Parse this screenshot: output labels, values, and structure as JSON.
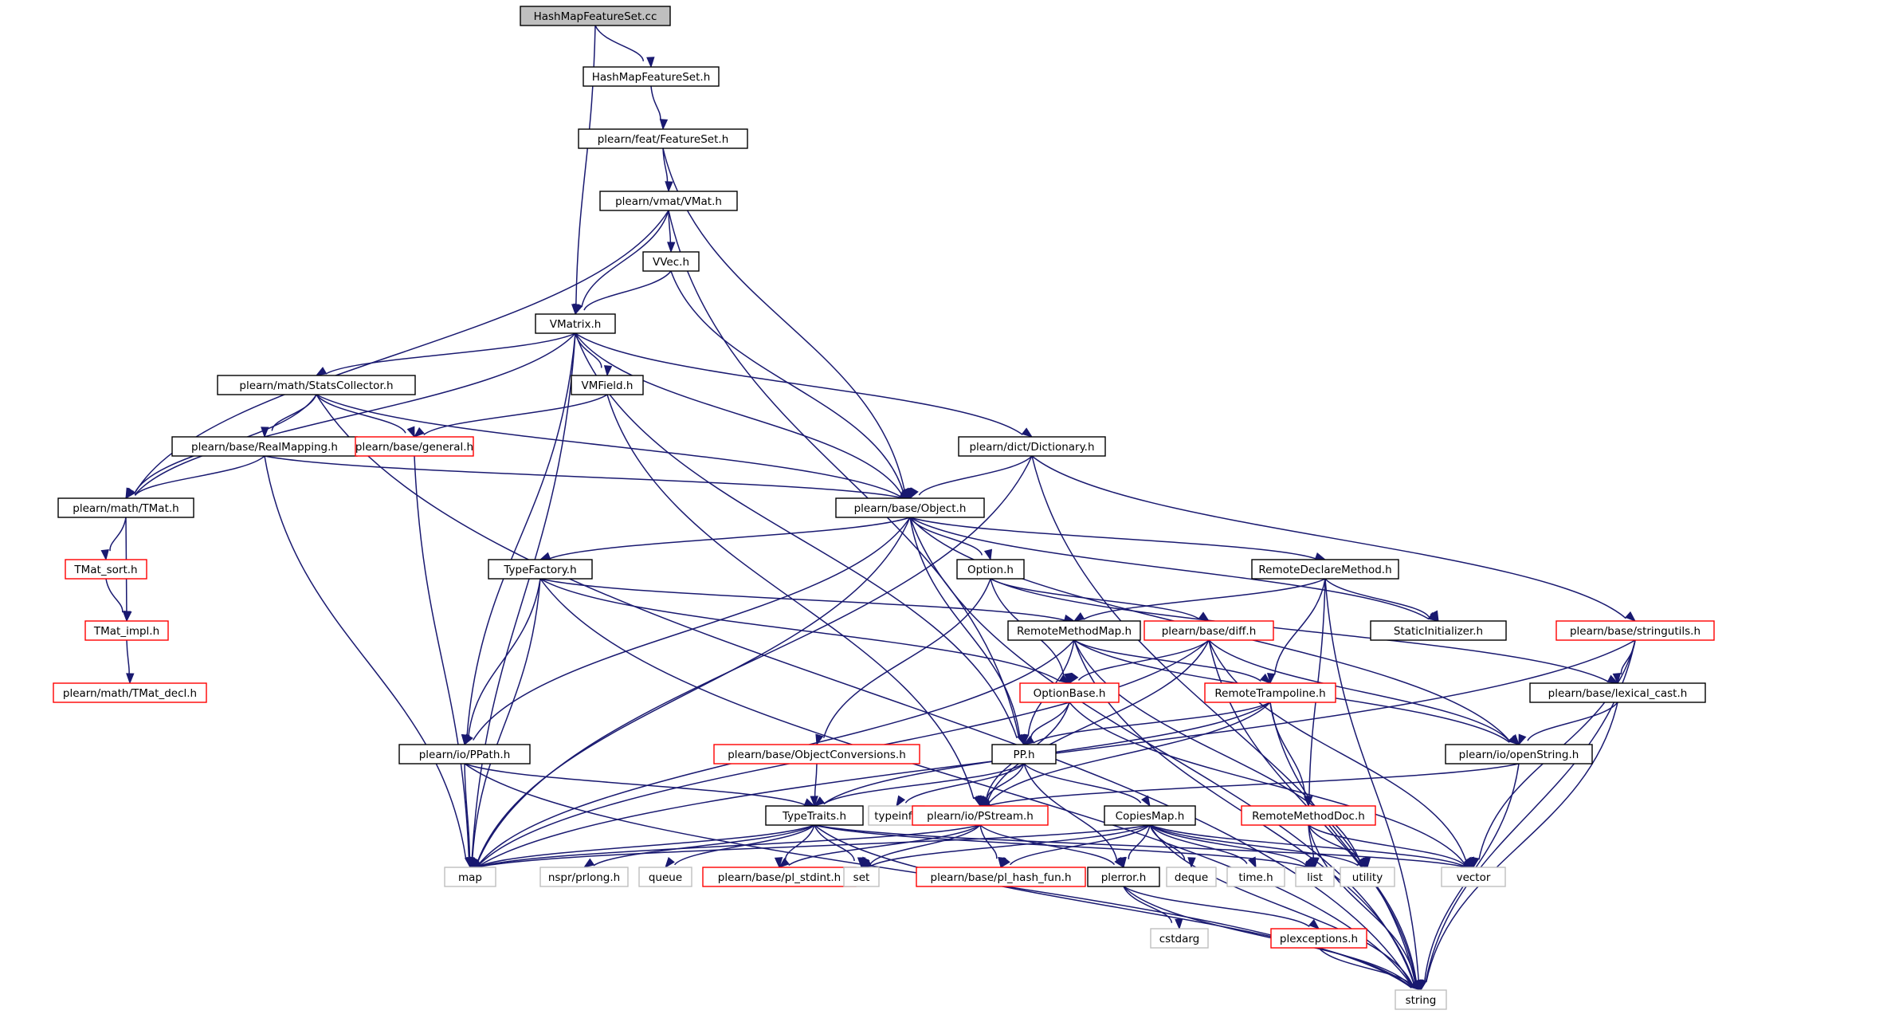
{
  "colors": {
    "edge": "#191970",
    "root_fill": "#bfbfbf",
    "normal_border": "#000000",
    "truncated_border": "#ff0000",
    "system_border": "#bfbfbf"
  },
  "nodes": [
    {
      "id": "root",
      "label": "HashMapFeatureSet.cc",
      "kind": "root"
    },
    {
      "id": "hmfs_h",
      "label": "HashMapFeatureSet.h",
      "kind": "normal"
    },
    {
      "id": "featureset",
      "label": "plearn/feat/FeatureSet.h",
      "kind": "normal"
    },
    {
      "id": "vmat",
      "label": "plearn/vmat/VMat.h",
      "kind": "normal"
    },
    {
      "id": "vvec",
      "label": "VVec.h",
      "kind": "normal"
    },
    {
      "id": "vmatrix",
      "label": "VMatrix.h",
      "kind": "normal"
    },
    {
      "id": "statscollector",
      "label": "plearn/math/StatsCollector.h",
      "kind": "normal"
    },
    {
      "id": "vmfield",
      "label": "VMField.h",
      "kind": "normal"
    },
    {
      "id": "realmapping",
      "label": "plearn/base/RealMapping.h",
      "kind": "normal"
    },
    {
      "id": "general",
      "label": "plearn/base/general.h",
      "kind": "truncated"
    },
    {
      "id": "dictionary",
      "label": "plearn/dict/Dictionary.h",
      "kind": "normal"
    },
    {
      "id": "tmat",
      "label": "plearn/math/TMat.h",
      "kind": "normal"
    },
    {
      "id": "object",
      "label": "plearn/base/Object.h",
      "kind": "normal"
    },
    {
      "id": "tmat_sort",
      "label": "TMat_sort.h",
      "kind": "truncated"
    },
    {
      "id": "tmat_impl",
      "label": "TMat_impl.h",
      "kind": "truncated"
    },
    {
      "id": "tmat_decl",
      "label": "plearn/math/TMat_decl.h",
      "kind": "truncated"
    },
    {
      "id": "typefactory",
      "label": "TypeFactory.h",
      "kind": "normal"
    },
    {
      "id": "option",
      "label": "Option.h",
      "kind": "normal"
    },
    {
      "id": "remotedeclare",
      "label": "RemoteDeclareMethod.h",
      "kind": "normal"
    },
    {
      "id": "staticinit",
      "label": "StaticInitializer.h",
      "kind": "normal"
    },
    {
      "id": "stringutils",
      "label": "plearn/base/stringutils.h",
      "kind": "truncated"
    },
    {
      "id": "remotemethodmap",
      "label": "RemoteMethodMap.h",
      "kind": "normal"
    },
    {
      "id": "diff",
      "label": "plearn/base/diff.h",
      "kind": "truncated"
    },
    {
      "id": "optionbase",
      "label": "OptionBase.h",
      "kind": "truncated"
    },
    {
      "id": "remotetrampoline",
      "label": "RemoteTrampoline.h",
      "kind": "truncated"
    },
    {
      "id": "lexicalcast",
      "label": "plearn/base/lexical_cast.h",
      "kind": "normal"
    },
    {
      "id": "ppath",
      "label": "plearn/io/PPath.h",
      "kind": "normal"
    },
    {
      "id": "objconv",
      "label": "plearn/base/ObjectConversions.h",
      "kind": "truncated"
    },
    {
      "id": "pp",
      "label": "PP.h",
      "kind": "normal"
    },
    {
      "id": "openstring",
      "label": "plearn/io/openString.h",
      "kind": "normal"
    },
    {
      "id": "typetraits",
      "label": "TypeTraits.h",
      "kind": "normal"
    },
    {
      "id": "typeinfo",
      "label": "typeinfo",
      "kind": "system"
    },
    {
      "id": "pstream",
      "label": "plearn/io/PStream.h",
      "kind": "truncated"
    },
    {
      "id": "copiesmap",
      "label": "CopiesMap.h",
      "kind": "normal"
    },
    {
      "id": "remotemethoddoc",
      "label": "RemoteMethodDoc.h",
      "kind": "truncated"
    },
    {
      "id": "map",
      "label": "map",
      "kind": "system"
    },
    {
      "id": "prlong",
      "label": "nspr/prlong.h",
      "kind": "system"
    },
    {
      "id": "queue",
      "label": "queue",
      "kind": "system"
    },
    {
      "id": "pl_stdint",
      "label": "plearn/base/pl_stdint.h",
      "kind": "truncated"
    },
    {
      "id": "set",
      "label": "set",
      "kind": "system"
    },
    {
      "id": "pl_hash_fun",
      "label": "plearn/base/pl_hash_fun.h",
      "kind": "truncated"
    },
    {
      "id": "plerror",
      "label": "plerror.h",
      "kind": "normal"
    },
    {
      "id": "deque",
      "label": "deque",
      "kind": "system"
    },
    {
      "id": "time",
      "label": "time.h",
      "kind": "system"
    },
    {
      "id": "list",
      "label": "list",
      "kind": "system"
    },
    {
      "id": "utility",
      "label": "utility",
      "kind": "system"
    },
    {
      "id": "vector",
      "label": "vector",
      "kind": "system"
    },
    {
      "id": "cstdarg",
      "label": "cstdarg",
      "kind": "system"
    },
    {
      "id": "plexceptions",
      "label": "plexceptions.h",
      "kind": "truncated"
    },
    {
      "id": "string",
      "label": "string",
      "kind": "system"
    }
  ],
  "edges": [
    [
      "root",
      "hmfs_h"
    ],
    [
      "root",
      "vmatrix"
    ],
    [
      "hmfs_h",
      "featureset"
    ],
    [
      "featureset",
      "vmat"
    ],
    [
      "featureset",
      "object"
    ],
    [
      "vmat",
      "vvec"
    ],
    [
      "vmat",
      "vmatrix"
    ],
    [
      "vmat",
      "tmat"
    ],
    [
      "vmat",
      "pp"
    ],
    [
      "vvec",
      "vmatrix"
    ],
    [
      "vvec",
      "object"
    ],
    [
      "vmatrix",
      "statscollector"
    ],
    [
      "vmatrix",
      "vmfield"
    ],
    [
      "vmatrix",
      "dictionary"
    ],
    [
      "vmatrix",
      "tmat"
    ],
    [
      "vmatrix",
      "object"
    ],
    [
      "vmatrix",
      "map"
    ],
    [
      "vmatrix",
      "ppath"
    ],
    [
      "vmatrix",
      "pp"
    ],
    [
      "statscollector",
      "realmapping"
    ],
    [
      "statscollector",
      "general"
    ],
    [
      "statscollector",
      "tmat"
    ],
    [
      "statscollector",
      "object"
    ],
    [
      "statscollector",
      "string"
    ],
    [
      "vmfield",
      "general"
    ],
    [
      "vmfield",
      "pstream"
    ],
    [
      "realmapping",
      "tmat"
    ],
    [
      "realmapping",
      "object"
    ],
    [
      "realmapping",
      "map"
    ],
    [
      "general",
      "map"
    ],
    [
      "dictionary",
      "object"
    ],
    [
      "dictionary",
      "stringutils"
    ],
    [
      "dictionary",
      "map"
    ],
    [
      "dictionary",
      "string"
    ],
    [
      "tmat",
      "tmat_sort"
    ],
    [
      "tmat",
      "tmat_impl"
    ],
    [
      "tmat_sort",
      "tmat_impl"
    ],
    [
      "tmat_impl",
      "tmat_decl"
    ],
    [
      "object",
      "typefactory"
    ],
    [
      "object",
      "option"
    ],
    [
      "object",
      "remotedeclare"
    ],
    [
      "object",
      "staticinit"
    ],
    [
      "object",
      "ppath"
    ],
    [
      "object",
      "pp"
    ],
    [
      "object",
      "openstring"
    ],
    [
      "object",
      "map"
    ],
    [
      "object",
      "string"
    ],
    [
      "typefactory",
      "remotemethodmap"
    ],
    [
      "typefactory",
      "optionbase"
    ],
    [
      "typefactory",
      "ppath"
    ],
    [
      "typefactory",
      "map"
    ],
    [
      "typefactory",
      "string"
    ],
    [
      "option",
      "diff"
    ],
    [
      "option",
      "optionbase"
    ],
    [
      "option",
      "objconv"
    ],
    [
      "option",
      "lexicalcast"
    ],
    [
      "remotedeclare",
      "remotemethodmap"
    ],
    [
      "remotedeclare",
      "remotetrampoline"
    ],
    [
      "remotedeclare",
      "remotemethoddoc"
    ],
    [
      "remotedeclare",
      "staticinit"
    ],
    [
      "remotedeclare",
      "string"
    ],
    [
      "stringutils",
      "lexicalcast"
    ],
    [
      "stringutils",
      "vector"
    ],
    [
      "stringutils",
      "map"
    ],
    [
      "stringutils",
      "string"
    ],
    [
      "remotemethodmap",
      "remotetrampoline"
    ],
    [
      "remotemethodmap",
      "pp"
    ],
    [
      "remotemethodmap",
      "map"
    ],
    [
      "remotemethodmap",
      "string"
    ],
    [
      "remotemethodmap",
      "openstring"
    ],
    [
      "remotemethodmap",
      "utility"
    ],
    [
      "diff",
      "optionbase"
    ],
    [
      "diff",
      "pstream"
    ],
    [
      "diff",
      "openstring"
    ],
    [
      "diff",
      "vector"
    ],
    [
      "diff",
      "map"
    ],
    [
      "diff",
      "string"
    ],
    [
      "optionbase",
      "pp"
    ],
    [
      "optionbase",
      "pstream"
    ],
    [
      "optionbase",
      "vector"
    ],
    [
      "remotetrampoline",
      "pp"
    ],
    [
      "remotetrampoline",
      "typetraits"
    ],
    [
      "remotetrampoline",
      "pstream"
    ],
    [
      "remotetrampoline",
      "remotemethoddoc"
    ],
    [
      "remotetrampoline",
      "string"
    ],
    [
      "lexicalcast",
      "openstring"
    ],
    [
      "lexicalcast",
      "string"
    ],
    [
      "ppath",
      "typetraits"
    ],
    [
      "ppath",
      "map"
    ],
    [
      "ppath",
      "string"
    ],
    [
      "objconv",
      "typetraits"
    ],
    [
      "pp",
      "typetraits"
    ],
    [
      "pp",
      "typeinfo"
    ],
    [
      "pp",
      "pstream"
    ],
    [
      "pp",
      "copiesmap"
    ],
    [
      "pp",
      "plerror"
    ],
    [
      "openstring",
      "pstream"
    ],
    [
      "openstring",
      "string"
    ],
    [
      "typetraits",
      "map"
    ],
    [
      "typetraits",
      "prlong"
    ],
    [
      "typetraits",
      "queue"
    ],
    [
      "typetraits",
      "pl_stdint"
    ],
    [
      "typetraits",
      "set"
    ],
    [
      "typetraits",
      "list"
    ],
    [
      "typetraits",
      "vector"
    ],
    [
      "typetraits",
      "string"
    ],
    [
      "pstream",
      "map"
    ],
    [
      "pstream",
      "pl_stdint"
    ],
    [
      "pstream",
      "set"
    ],
    [
      "pstream",
      "pl_hash_fun"
    ],
    [
      "pstream",
      "plerror"
    ],
    [
      "copiesmap",
      "map"
    ],
    [
      "copiesmap",
      "set"
    ],
    [
      "copiesmap",
      "pl_hash_fun"
    ],
    [
      "copiesmap",
      "plerror"
    ],
    [
      "copiesmap",
      "deque"
    ],
    [
      "copiesmap",
      "time"
    ],
    [
      "copiesmap",
      "list"
    ],
    [
      "copiesmap",
      "utility"
    ],
    [
      "copiesmap",
      "vector"
    ],
    [
      "copiesmap",
      "string"
    ],
    [
      "remotemethoddoc",
      "list"
    ],
    [
      "remotemethoddoc",
      "utility"
    ],
    [
      "remotemethoddoc",
      "vector"
    ],
    [
      "remotemethoddoc",
      "string"
    ],
    [
      "plerror",
      "cstdarg"
    ],
    [
      "plerror",
      "plexceptions"
    ],
    [
      "plerror",
      "string"
    ],
    [
      "plexceptions",
      "string"
    ]
  ]
}
